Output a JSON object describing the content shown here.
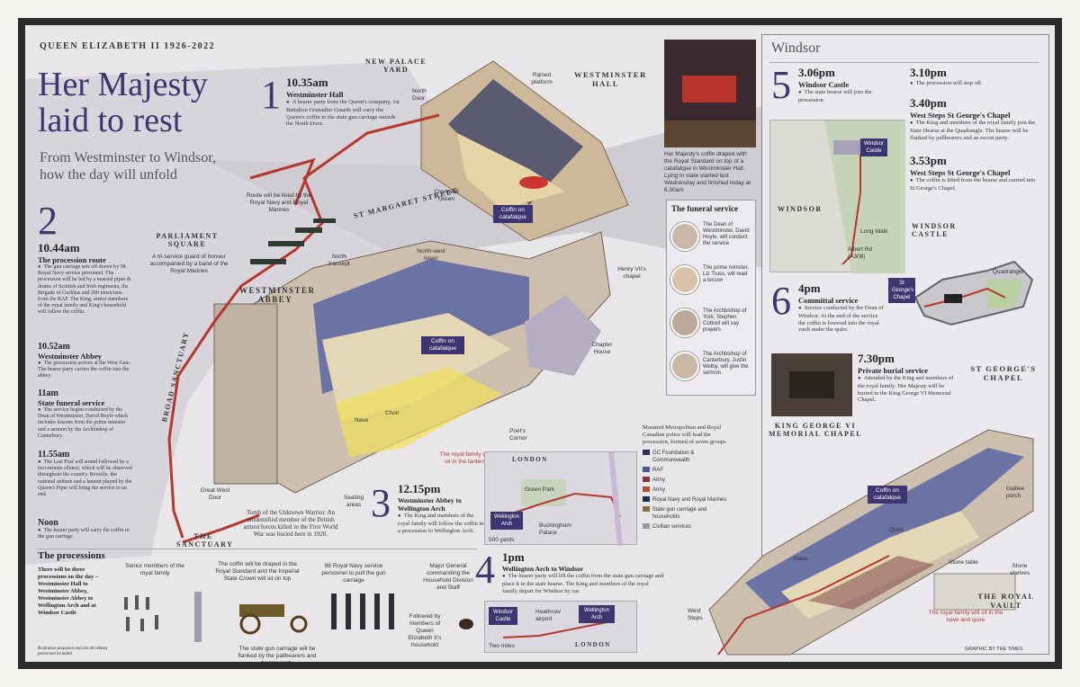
{
  "header": {
    "kicker": "QUEEN ELIZABETH II 1926-2022",
    "title_line1": "Her Majesty",
    "title_line2": "laid to rest",
    "subtitle_line1": "From Westminster to Windsor,",
    "subtitle_line2": "how the day will unfold"
  },
  "places": {
    "new_palace_yard": "NEW PALACE YARD",
    "westminster_hall": "WESTMINSTER HALL",
    "st_margaret_street": "ST MARGARET STREET",
    "parliament_square": "PARLIAMENT SQUARE",
    "westminster_abbey": "WESTMINSTER ABBEY",
    "broad_sanctuary": "BROAD SANCTUARY",
    "the_sanctuary": "THE SANCTUARY",
    "cromwell_green": "Cromwell Green",
    "north_door": "North Door",
    "raised_platform": "Raised platform",
    "north_transept": "North transept",
    "north_west_tower": "North-west tower",
    "henry_chapel": "Henry VII's chapel",
    "chapter_house": "Chapter House",
    "poets_corner": "Poet's Corner",
    "great_west_door": "Great West Door",
    "seating_areas": "Seating areas",
    "nave": "Nave",
    "choir": "Choir"
  },
  "steps": {
    "s1": {
      "num": "1",
      "time": "10.35am",
      "place": "Westminster Hall",
      "text": "A bearer party from the Queen's company, 1st Battalion Grenadier Guards will carry the Queen's coffin to the state gun carriage outside the North Door."
    },
    "s2": {
      "num": "2",
      "time": "10.44am",
      "place": "The procession route",
      "text": "The gun carriage sets off drawn by 98 Royal Navy service personnel. The procession will be led by a massed pipes & drums of Scottish and Irish regiments, the Brigade of Gurkhas and 200 musicians from the RAF. The King, senior members of the royal family and King's household will follow the coffin."
    },
    "s2b": {
      "time": "10.52am",
      "place": "Westminster Abbey",
      "text": "The procession arrives at the West Gate. The bearer party carries the coffin into the abbey."
    },
    "s2c": {
      "time": "11am",
      "place": "State funeral service",
      "text": "The service begins conducted by the Dean of Westminster, David Hoyle which includes lessons from the prime minister and a sermon by the Archbishop of Canterbury."
    },
    "s2d": {
      "time": "11.55am",
      "text": "The Last Post will sound followed by a two-minute silence, which will be observed throughout the country. Reveille, the national anthem and a lament played by the Queen's Piper will bring the service to an end."
    },
    "s2e": {
      "time": "Noon",
      "text": "The bearer party will carry the coffin to the gun carriage."
    },
    "s3": {
      "num": "3",
      "time": "12.15pm",
      "place": "Westminster Abbey to Wellington Arch",
      "text": "The King and members of the royal family will follow the coffin in a procession to Wellington Arch."
    },
    "s4": {
      "num": "4",
      "time": "1pm",
      "place": "Wellington Arch to Windsor",
      "text": "The bearer party will lift the coffin from the state gun carriage and place it in the state hearse. The King and members of the royal family depart for Windsor by car."
    },
    "s5": {
      "num": "5",
      "time": "3.06pm",
      "place": "Windsor Castle",
      "text": "The state hearse will join the procession"
    },
    "s5b": {
      "time": "3.10pm",
      "text": "The procession will step off."
    },
    "s5c": {
      "time": "3.40pm",
      "place": "West Steps St George's Chapel",
      "text": "The King and members of the royal family join the State Hearse at the Quadrangle. The hearse will be flanked by pallbearers and an escort party."
    },
    "s5d": {
      "time": "3.53pm",
      "place": "West Steps St George's Chapel",
      "text": "The coffin is lifted from the hearse and carried into St George's Chapel."
    },
    "s6": {
      "num": "6",
      "time": "4pm",
      "place": "Committal service",
      "text": "Service conducted by the Dean of Windsor. At the end of the service the coffin is lowered into the royal vault under the quire."
    },
    "s6b": {
      "time": "7.30pm",
      "place": "Private burial service",
      "text": "Attended by the King and members of the royal family. Her Majesty will be buried in the King George VI Memorial Chapel."
    }
  },
  "captions": {
    "route_lined": "Route will be lined by the Royal Navy and Royal Marines",
    "tri_service": "A tri-service guard of honour accompanied by a band of the Royal Marines",
    "coffin_catafalque": "Coffin on catafalque",
    "photo_caption": "Her Majesty's coffin draped with the Royal Standard on top of a catafalque in Westminster Hall. Lying in state started last Wednesday and finished today at 6.30am",
    "tomb": "Tomb of the Unknown Warrior. An unidentified member of the British armed forces killed in the First World War was buried here in 1920.",
    "royal_family_lantern": "The royal family will sit in the lantern",
    "mounted_police": "Mounted Metropolitan and Royal Canadian police will lead the procession, formed of seven groups",
    "graphic_credit": "GRAPHIC BY THE TIMES"
  },
  "funeral_service": {
    "title": "The funeral service",
    "people": [
      {
        "text": "The Dean of Westminster, David Hoyle, will conduct the service"
      },
      {
        "text": "The prime minister, Liz Truss, will read a lesson"
      },
      {
        "text": "The Archbishop of York, Stephen Cottrell will say prayers"
      },
      {
        "text": "The Archbishop of Canterbury, Justin Welby, will give the sermon"
      }
    ]
  },
  "legend": {
    "items": [
      "GC Foundation & Commonwealth",
      "RAF",
      "Army",
      "Army",
      "Royal Navy and Royal Marines",
      "State gun carriage and households",
      "Civilian services"
    ]
  },
  "map_london": {
    "title": "LONDON",
    "wellington_arch": "Wellington Arch",
    "green_park": "Green Park",
    "buckingham_palace": "Buckingham Palace",
    "scale": "500 yards"
  },
  "map_route": {
    "windsor_castle": "Windsor Castle",
    "wellington_arch": "Wellington Arch",
    "london": "LONDON",
    "heathrow": "Heathrow airport",
    "scale": "Two miles"
  },
  "windsor": {
    "title": "Windsor",
    "town": "WINDSOR",
    "windsor_castle_tag": "Windsor Castle",
    "st_georges_tag": "St George's Chapel",
    "long_walk": "Long Walk",
    "albert_rd": "Albert Rd (A308)",
    "castle_label": "WINDSOR CASTLE",
    "quadrangle": "Quadrangle",
    "chapel_label": "ST GEORGE'S CHAPEL",
    "memorial_chapel": "KING GEORGE VI MEMORIAL CHAPEL",
    "royal_vault": "THE ROYAL VAULT",
    "royal_family_sit": "The royal family will sit in the nave and quire",
    "coffin_catafalque": "Coffin on catafalque",
    "nave": "Nave",
    "quire": "Quire",
    "west_steps": "West Steps",
    "stone_table": "Stone table",
    "stone_shelves": "Stone shelves",
    "galilee_porch": "Galilee porch"
  },
  "processions": {
    "title": "The processions",
    "intro": "There will be three processions on the day – Westminster Hall to Westminster Abbey, Westminster Abbey to Wellington Arch and at Windsor Castle",
    "senior": "Senior members of the royal family",
    "coffin": "The coffin will be draped in the Royal Standard and the Imperial State Crown will sit on top",
    "navy": "98 Royal Navy service personnel to pull the gun carriage",
    "major_general": "Major General commanding the Household Division and Staff",
    "followed_by": "Followed by members of Queen Elizabeth II's household",
    "gun_carriage": "The state gun carriage will be flanked by the pallbearers and bearer party",
    "note": "Illustrative purposes and not all military personnel included"
  }
}
